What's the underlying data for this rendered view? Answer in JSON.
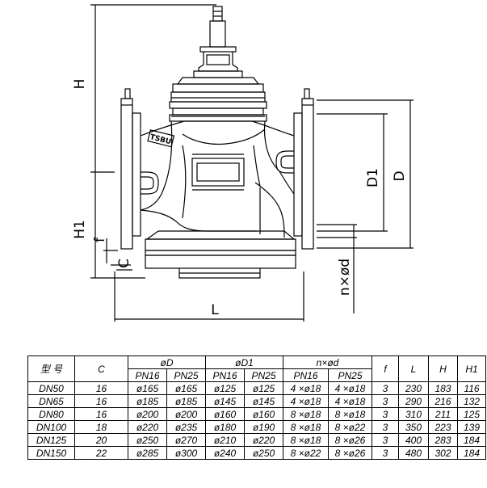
{
  "drawing": {
    "labels": {
      "H": "H",
      "H1": "H1",
      "f": "f",
      "C": "C",
      "L": "L",
      "D1": "D1",
      "D": "D",
      "nd": "n×ød",
      "badge": "TSBU"
    }
  },
  "table": {
    "header_row1": [
      "型 号",
      "C",
      "øD",
      "øD1",
      "n×ød",
      "f",
      "L",
      "H",
      "H1"
    ],
    "header_row2": [
      "PN16",
      "PN25",
      "PN16",
      "PN25",
      "PN16",
      "PN25"
    ],
    "rows": [
      [
        "DN50",
        "16",
        "ø165",
        "ø165",
        "ø125",
        "ø125",
        "4 ×ø18",
        "4 ×ø18",
        "3",
        "230",
        "183",
        "116"
      ],
      [
        "DN65",
        "16",
        "ø185",
        "ø185",
        "ø145",
        "ø145",
        "4 ×ø18",
        "4 ×ø18",
        "3",
        "290",
        "216",
        "132"
      ],
      [
        "DN80",
        "16",
        "ø200",
        "ø200",
        "ø160",
        "ø160",
        "8 ×ø18",
        "8 ×ø18",
        "3",
        "310",
        "211",
        "125"
      ],
      [
        "DN100",
        "18",
        "ø220",
        "ø235",
        "ø180",
        "ø190",
        "8 ×ø18",
        "8 ×ø22",
        "3",
        "350",
        "223",
        "139"
      ],
      [
        "DN125",
        "20",
        "ø250",
        "ø270",
        "ø210",
        "ø220",
        "8 ×ø18",
        "8 ×ø26",
        "3",
        "400",
        "283",
        "184"
      ],
      [
        "DN150",
        "22",
        "ø285",
        "ø300",
        "ø240",
        "ø250",
        "8 ×ø22",
        "8 ×ø26",
        "3",
        "480",
        "302",
        "184"
      ]
    ]
  }
}
